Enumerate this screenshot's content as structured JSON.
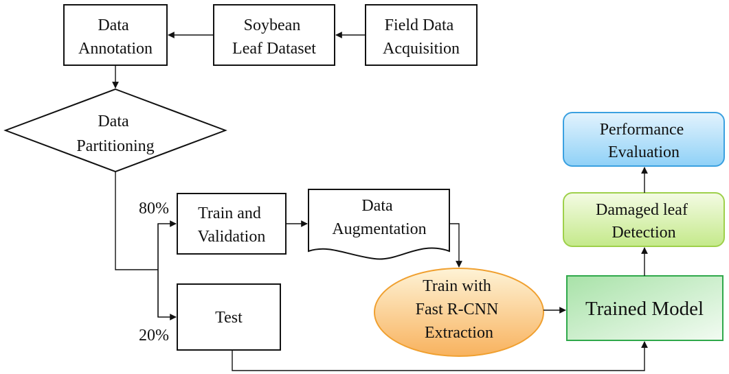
{
  "nodes": {
    "data_annotation": {
      "lines": [
        "Data",
        "Annotation"
      ]
    },
    "soybean_leaf_dataset": {
      "lines": [
        "Soybean",
        "Leaf Dataset"
      ]
    },
    "field_data_acquisition": {
      "lines": [
        "Field Data",
        "Acquisition"
      ]
    },
    "data_partitioning": {
      "lines": [
        "Data",
        "Partitioning"
      ]
    },
    "train_and_validation": {
      "lines": [
        "Train and",
        "Validation"
      ]
    },
    "data_augmentation": {
      "lines": [
        "Data",
        "Augmentation"
      ]
    },
    "test": {
      "lines": [
        "Test"
      ]
    },
    "train_fast_rcnn": {
      "lines": [
        "Train with",
        "Fast R-CNN",
        "Extraction"
      ]
    },
    "trained_model": {
      "lines": [
        "Trained Model"
      ]
    },
    "damaged_leaf_detection": {
      "lines": [
        "Damaged leaf",
        "Detection"
      ]
    },
    "performance_evaluation": {
      "lines": [
        "Performance",
        "Evaluation"
      ]
    }
  },
  "split_labels": {
    "train": "80%",
    "test": "20%"
  },
  "colors": {
    "stroke": "#111111",
    "ellipse_fill_top": "#fef3d6",
    "ellipse_fill_bottom": "#f8b25e",
    "ellipse_stroke": "#f0a030",
    "trained_model_fill_top": "#a8e2a8",
    "trained_model_fill_bottom": "#f2fbf2",
    "trained_model_stroke": "#2ea84a",
    "detection_fill_top": "#f4fbe4",
    "detection_fill_bottom": "#c4e98a",
    "detection_stroke": "#9ed04a",
    "evaluation_fill_top": "#e3f3fd",
    "evaluation_fill_bottom": "#8fd1f7",
    "evaluation_stroke": "#3aa0e0"
  }
}
